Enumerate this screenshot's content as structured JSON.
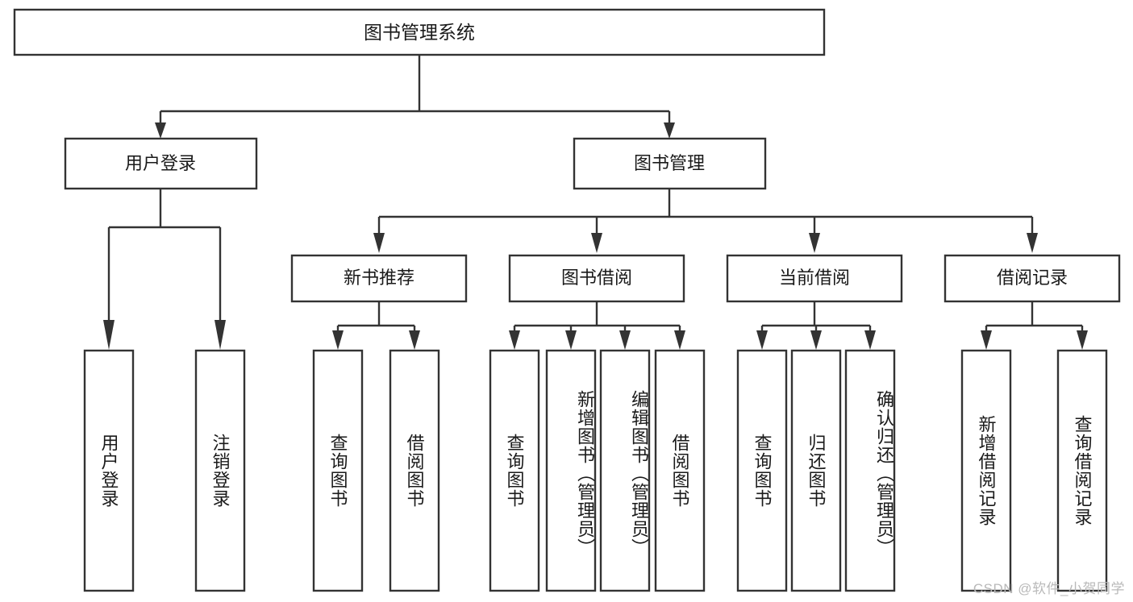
{
  "diagram": {
    "type": "tree-hierarchy",
    "title": "图书管理系统",
    "orientation": "top-down",
    "style": {
      "box_fill": "#ffffff",
      "box_stroke": "#333333",
      "text_color": "#1a1a1a",
      "background": "#ffffff",
      "watermark_color": "#b9b9b9"
    },
    "root": {
      "label": "图书管理系统"
    },
    "level2": [
      {
        "label": "用户登录"
      },
      {
        "label": "图书管理"
      }
    ],
    "level3": [
      {
        "label": "新书推荐"
      },
      {
        "label": "图书借阅"
      },
      {
        "label": "当前借阅"
      },
      {
        "label": "借阅记录"
      }
    ],
    "leaves": {
      "user_login": [
        {
          "label": "用户登录"
        },
        {
          "label": "注销登录"
        }
      ],
      "new_book": [
        {
          "label": "查询图书"
        },
        {
          "label": "借阅图书"
        }
      ],
      "book_borrow": [
        {
          "label": "查询图书"
        },
        {
          "label": "新增图书（管理员）"
        },
        {
          "label": "编辑图书（管理员）"
        },
        {
          "label": "借阅图书"
        }
      ],
      "current_borrow": [
        {
          "label": "查询图书"
        },
        {
          "label": "归还图书"
        },
        {
          "label": "确认归还（管理员）"
        }
      ],
      "borrow_record": [
        {
          "label": "新增借阅记录"
        },
        {
          "label": "查询借阅记录"
        }
      ]
    }
  },
  "watermark": {
    "text": "CSDN @软件_小贺同学"
  }
}
